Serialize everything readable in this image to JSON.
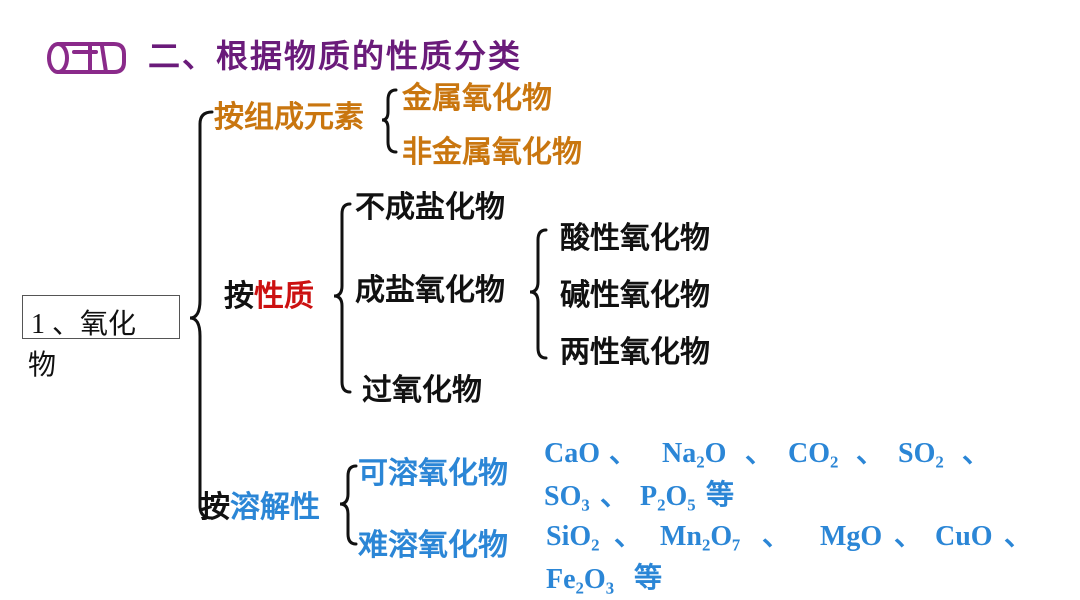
{
  "heading": "二、根据物质的性质分类",
  "root": {
    "line1": "1 、氧化",
    "line2": "物"
  },
  "by_composition": {
    "label": "按组成元素",
    "items": [
      "金属氧化物",
      "非金属氧化物"
    ]
  },
  "by_property": {
    "prefix": "按",
    "suffix": "性质",
    "items": {
      "non_salt": "不成盐化物",
      "salt": "成盐氧化物",
      "peroxide": "过氧化物"
    },
    "salt_sub": [
      "酸性氧化物",
      "碱性氧化物",
      "两性氧化物"
    ]
  },
  "by_solubility": {
    "prefix": "按",
    "suffix": "溶解性",
    "soluble": {
      "label": "可溶氧化物",
      "examples": [
        "CaO",
        "Na₂O",
        "CO₂",
        "SO₂",
        "SO₃",
        "P₂O₅"
      ],
      "etc": "等"
    },
    "insoluble": {
      "label": "难溶氧化物",
      "examples": [
        "SiO₂",
        "Mn₂O₇",
        "MgO",
        "CuO",
        "Fe₂O₃"
      ],
      "etc": "等"
    }
  },
  "colors": {
    "heading": "#6a1b7a",
    "composition": "#c9760f",
    "property_accent": "#cc1111",
    "solubility": "#2b86d6",
    "text": "#111111"
  }
}
